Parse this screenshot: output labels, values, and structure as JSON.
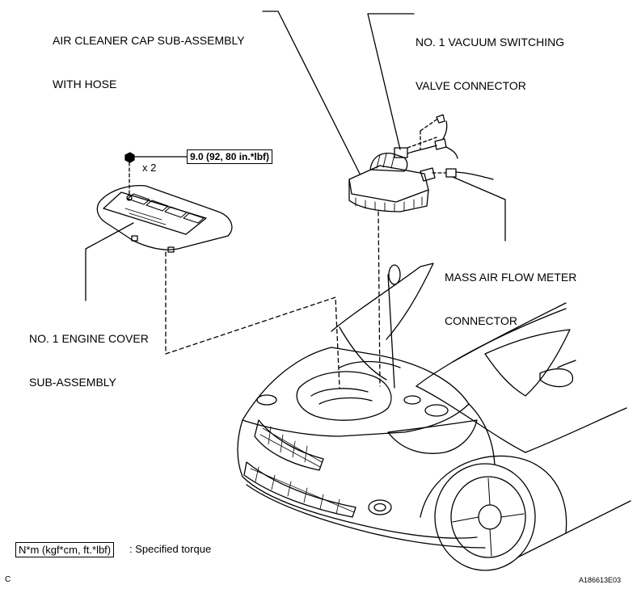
{
  "labels": {
    "air_cleaner_line1": "AIR CLEANER CAP SUB-ASSEMBLY",
    "air_cleaner_line2": "WITH HOSE",
    "vsv_line1": "NO. 1 VACUUM SWITCHING",
    "vsv_line2": "VALVE CONNECTOR",
    "maf_line1": "MASS AIR FLOW METER",
    "maf_line2": "CONNECTOR",
    "engine_cover_line1": "NO. 1 ENGINE COVER",
    "engine_cover_line2": "SUB-ASSEMBLY"
  },
  "torque": {
    "value": "9.0 (92, 80 in.*lbf)",
    "quantity": "x 2"
  },
  "legend": {
    "unit": "N*m (kgf*cm, ft.*lbf)",
    "description": ": Specified torque"
  },
  "footer": {
    "left_code": "C",
    "right_code": "A186613E03"
  }
}
